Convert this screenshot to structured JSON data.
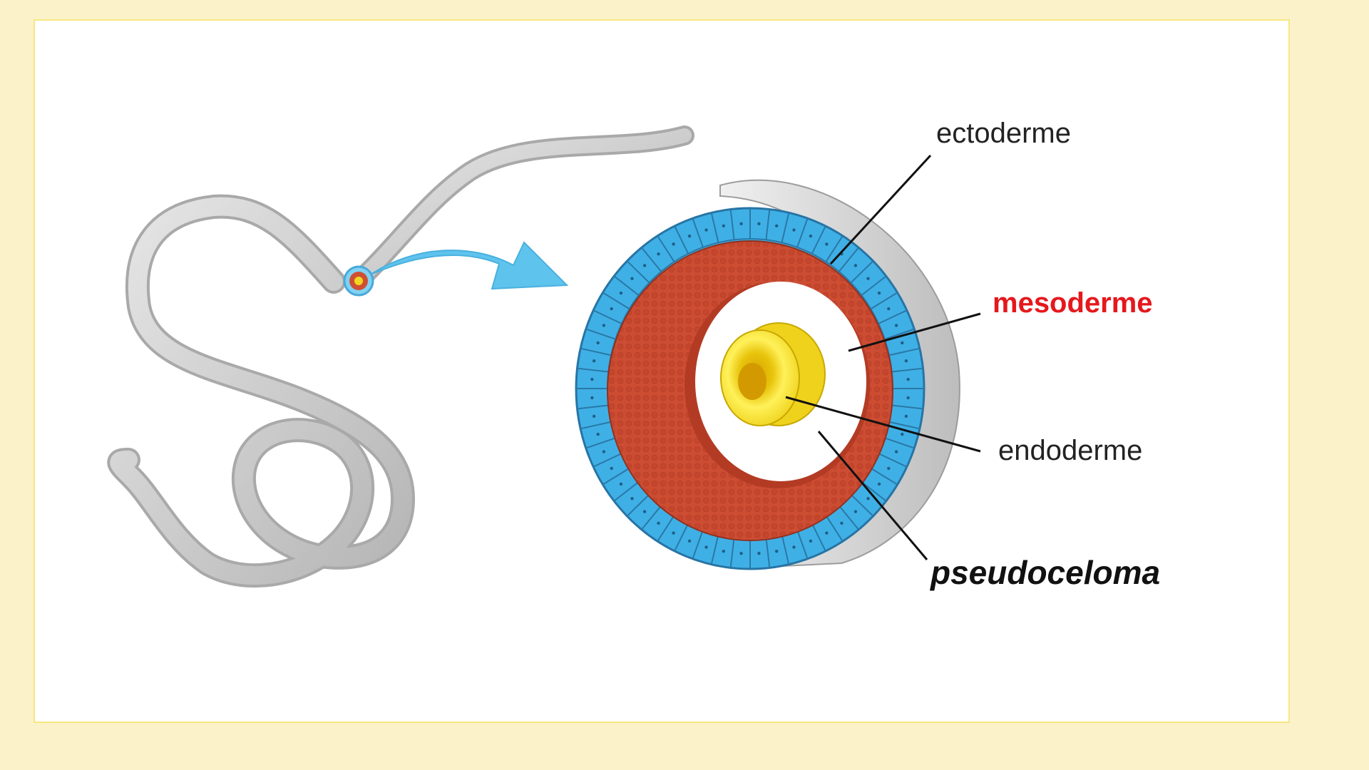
{
  "labels": {
    "ectoderm": "ectoderme",
    "mesoderm": "mesoderme",
    "endoderm": "endoderme",
    "pseudocoelom": "pseudoceloma"
  },
  "colors": {
    "background": "#fcf2c9",
    "panel": "#ffffff",
    "ectoderm": "#3fb0e6",
    "mesoderm": "#c94a30",
    "endoderm": "#f1d81c",
    "worm": "#c9c9c9",
    "arrow": "#5ec4ee",
    "mesoderm_label": "#e5181d"
  },
  "icons": {
    "worm": "nematode-worm-illustration",
    "arrow": "curved-arrow",
    "cross_section": "body-cross-section"
  }
}
